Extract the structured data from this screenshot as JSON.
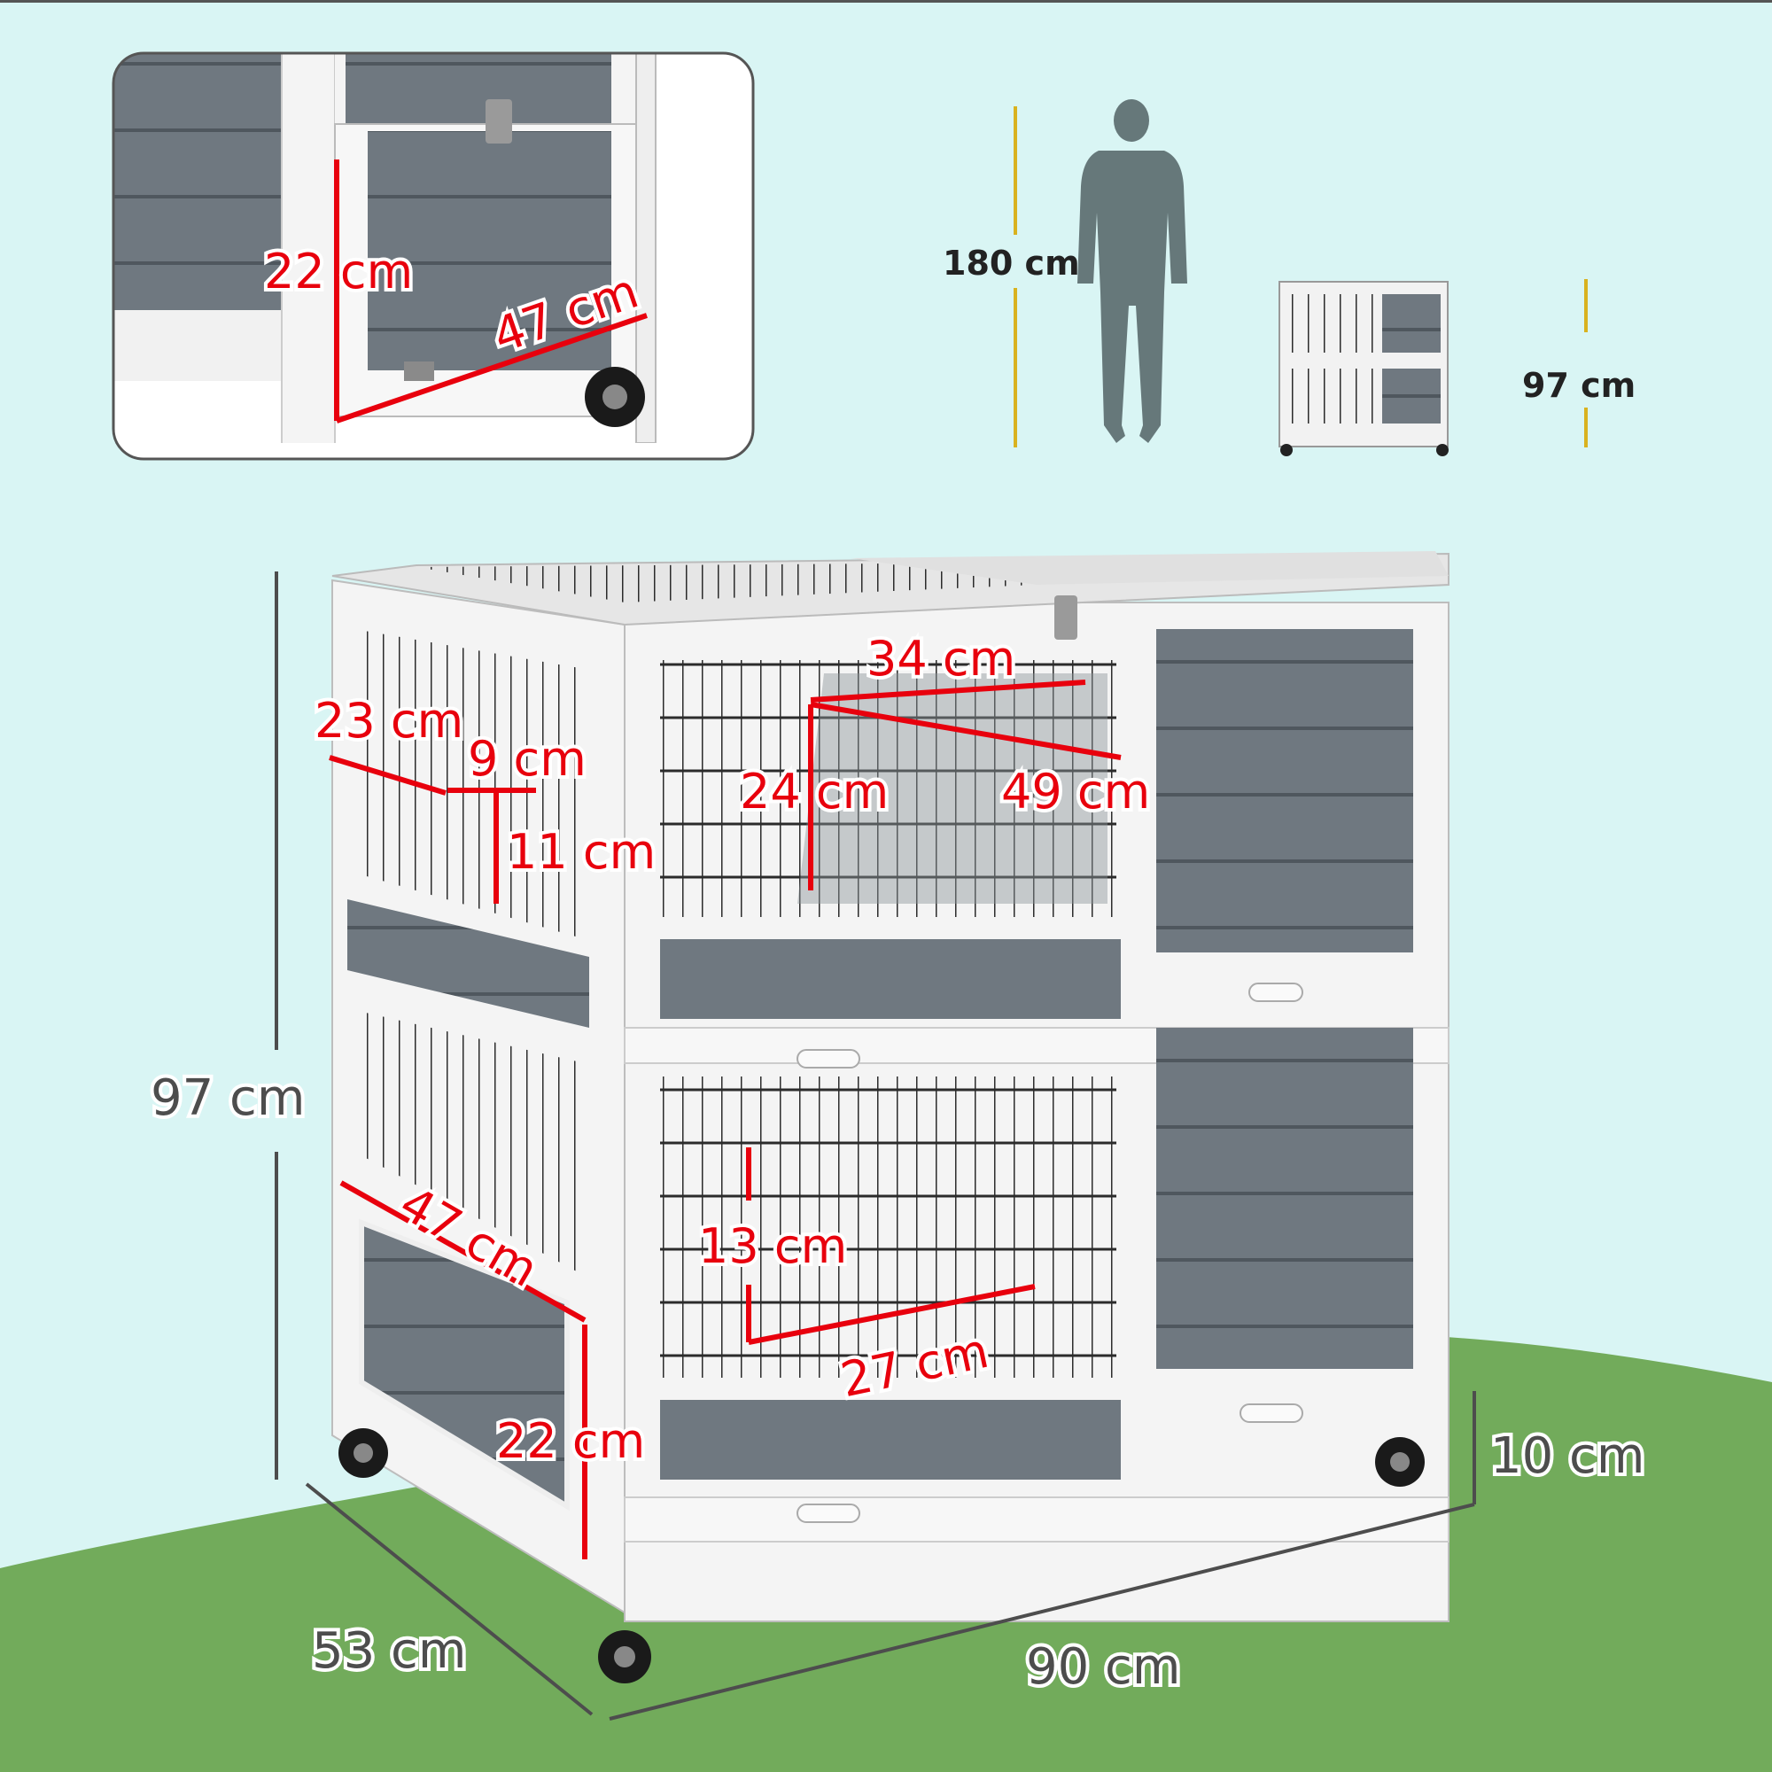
{
  "scale": {
    "person_height": "180 cm",
    "hutch_height": "97 cm"
  },
  "inset": {
    "door_height": "22 cm",
    "door_width": "47 cm"
  },
  "main": {
    "total_height": "97 cm",
    "depth": "53 cm",
    "width": "90 cm",
    "leg_height": "10 cm",
    "hay_rack_length": "23 cm",
    "hay_rack_width": "9 cm",
    "hay_rack_depth": "11 cm",
    "upper_door_width": "34 cm",
    "upper_door_height": "24 cm",
    "upper_ramp_length": "49 cm",
    "lower_side_door_width": "47 cm",
    "lower_side_door_height": "22 cm",
    "lower_door_height": "13 cm",
    "lower_door_width": "27 cm"
  },
  "colors": {
    "background": "#d9f5f4",
    "grass": "#72ab5b",
    "panel_gray": "#6f7880",
    "frame_white": "#f4f4f4",
    "dimension_red": "#e8000d",
    "scale_line_gold": "#d9b21f",
    "person": "#66787a"
  }
}
